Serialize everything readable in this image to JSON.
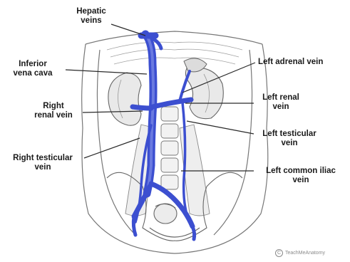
{
  "labels": {
    "hepatic_veins": "Hepatic\nveins",
    "inferior_vena_cava": "Inferior\nvena cava",
    "right_renal_vein": "Right\nrenal vein",
    "right_testicular_vein": "Right testicular\nvein",
    "left_adrenal_vein": "Left adrenal vein",
    "left_renal_vein": "Left renal\nvein",
    "left_testicular_vein": "Left testicular\nvein",
    "left_common_iliac_vein": "Left common iliac\nvein"
  },
  "watermark": {
    "symbol": "C",
    "text": "TeachMeAnatomy"
  },
  "colors": {
    "vein_blue": "#3c4fd0",
    "line_art": "#6e6e6e",
    "leader": "#2a2a2a"
  }
}
